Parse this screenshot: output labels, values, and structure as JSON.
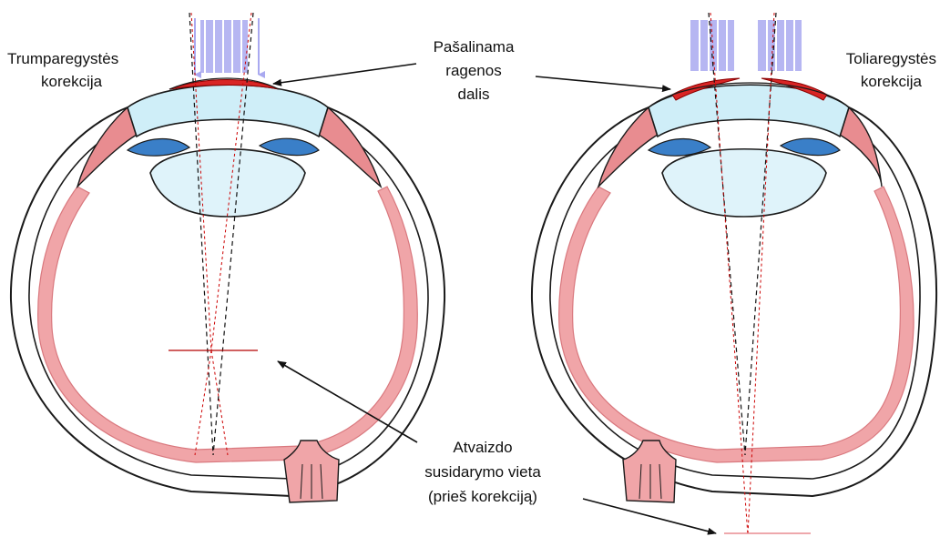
{
  "labels": {
    "myopia_line1": "Trumparegystės",
    "myopia_line2": "korekcija",
    "removed_line1": "Pašalinama",
    "removed_line2": "ragenos",
    "removed_line3": "dalis",
    "hyperopia_line1": "Toliaregystės",
    "hyperopia_line2": "korekcija",
    "focus_line1": "Atvaizdo",
    "focus_line2": "susidarymo vieta",
    "focus_line3": "(prieš korekciją)"
  },
  "colors": {
    "outline": "#1a1a1a",
    "retina": "#f0a5a8",
    "retina_dark": "#d9787e",
    "muscle": "#e88c90",
    "cornea": "#cfeef8",
    "lens": "#dff3fa",
    "iris": "#3a7fc8",
    "removed_tissue": "#d92525",
    "light_rays": "#a9a9f0",
    "ray_before": "#cc0000",
    "ray_after": "#111111",
    "focus_mark": "#b30000"
  }
}
